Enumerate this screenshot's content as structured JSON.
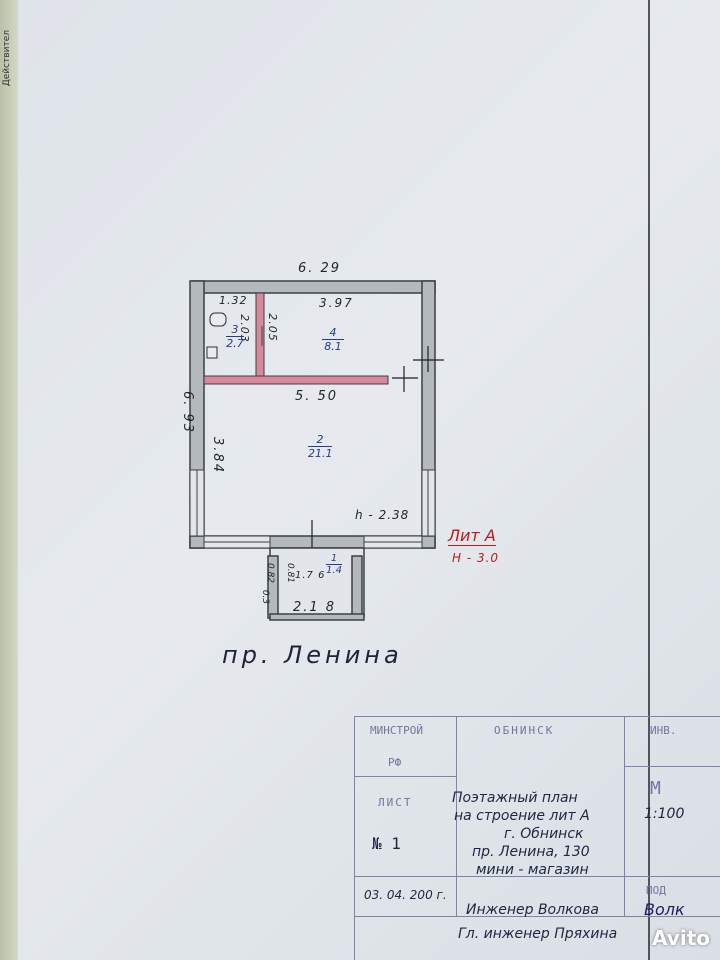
{
  "side_strip": {
    "text": "Действител"
  },
  "plan": {
    "dims": {
      "top_width": "6. 29",
      "left_height": "6. 93",
      "room4_width": "3.97",
      "room3_width": "1.32",
      "room3_height": "2.03",
      "room4_height": "2.05",
      "room2_width": "5. 50",
      "room2_height": "3.84",
      "room_h": "h - 2.38",
      "porch_width": "2.1 8",
      "porch_inner": "1.7 6",
      "porch_h1": "0.82",
      "porch_h2": "0.81",
      "porch_small": "0.3"
    },
    "rooms": [
      {
        "num": "1",
        "area": "1.4"
      },
      {
        "num": "2",
        "area": "21.1"
      },
      {
        "num": "3",
        "area": "2.7"
      },
      {
        "num": "4",
        "area": "8.1"
      }
    ],
    "lit": "Лит А",
    "height": "Н - 3.0",
    "street": "пр. Ленина"
  },
  "stamp": {
    "ministry_1": "МИНСТРОЙ",
    "ministry_2": "РФ",
    "city_header": "ОБНИНСК",
    "inv_label": "ИНВ.",
    "sheet_label": "ЛИСТ",
    "sheet_num": "№ 1",
    "scale_label": "М",
    "scale": "1:100",
    "title_1": "Поэтажный план",
    "title_2": "на строение лит А",
    "title_3": "г. Обнинск",
    "title_4": "пр. Ленина, 130",
    "title_5": "мини - магазин",
    "date": "03. 04. 200 г.",
    "sign_label": "ПОД",
    "engineer": "Инженер  Волкова",
    "chief": "Гл. инженер  Пряхина",
    "signature": "Волк"
  },
  "watermark": "Avito"
}
